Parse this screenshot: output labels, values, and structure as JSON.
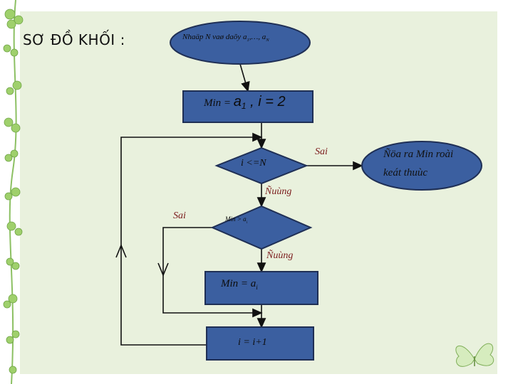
{
  "heading": "SƠ ĐỒ KHỐI :",
  "nodes": {
    "start": {
      "text": "Nhaäp N vaø daõy a",
      "sub1": "1",
      "mid": ",…, a",
      "sub2": "N"
    },
    "init": {
      "min_part": "Min = ",
      "a": "a",
      "a_sub": "1",
      "rest": " ,  i = 2"
    },
    "cond_loop": "i <=N",
    "cond_min": {
      "text": "Min > a",
      "sub": "i"
    },
    "assign_min": {
      "text": "Min = a",
      "sub": "i"
    },
    "increment": "i = i+1",
    "end": {
      "line1": "Ñöa ra Min roài",
      "line2": "keát thuùc"
    }
  },
  "edge_labels": {
    "loop_false": "Sai",
    "loop_true": "Ñuùng",
    "min_false": "Sai",
    "min_true": "Ñuùng"
  },
  "colors": {
    "shape_fill": "#3b5fa0",
    "shape_stroke": "#1f2f55",
    "background": "#e9f1dd",
    "arrow": "#111111"
  }
}
